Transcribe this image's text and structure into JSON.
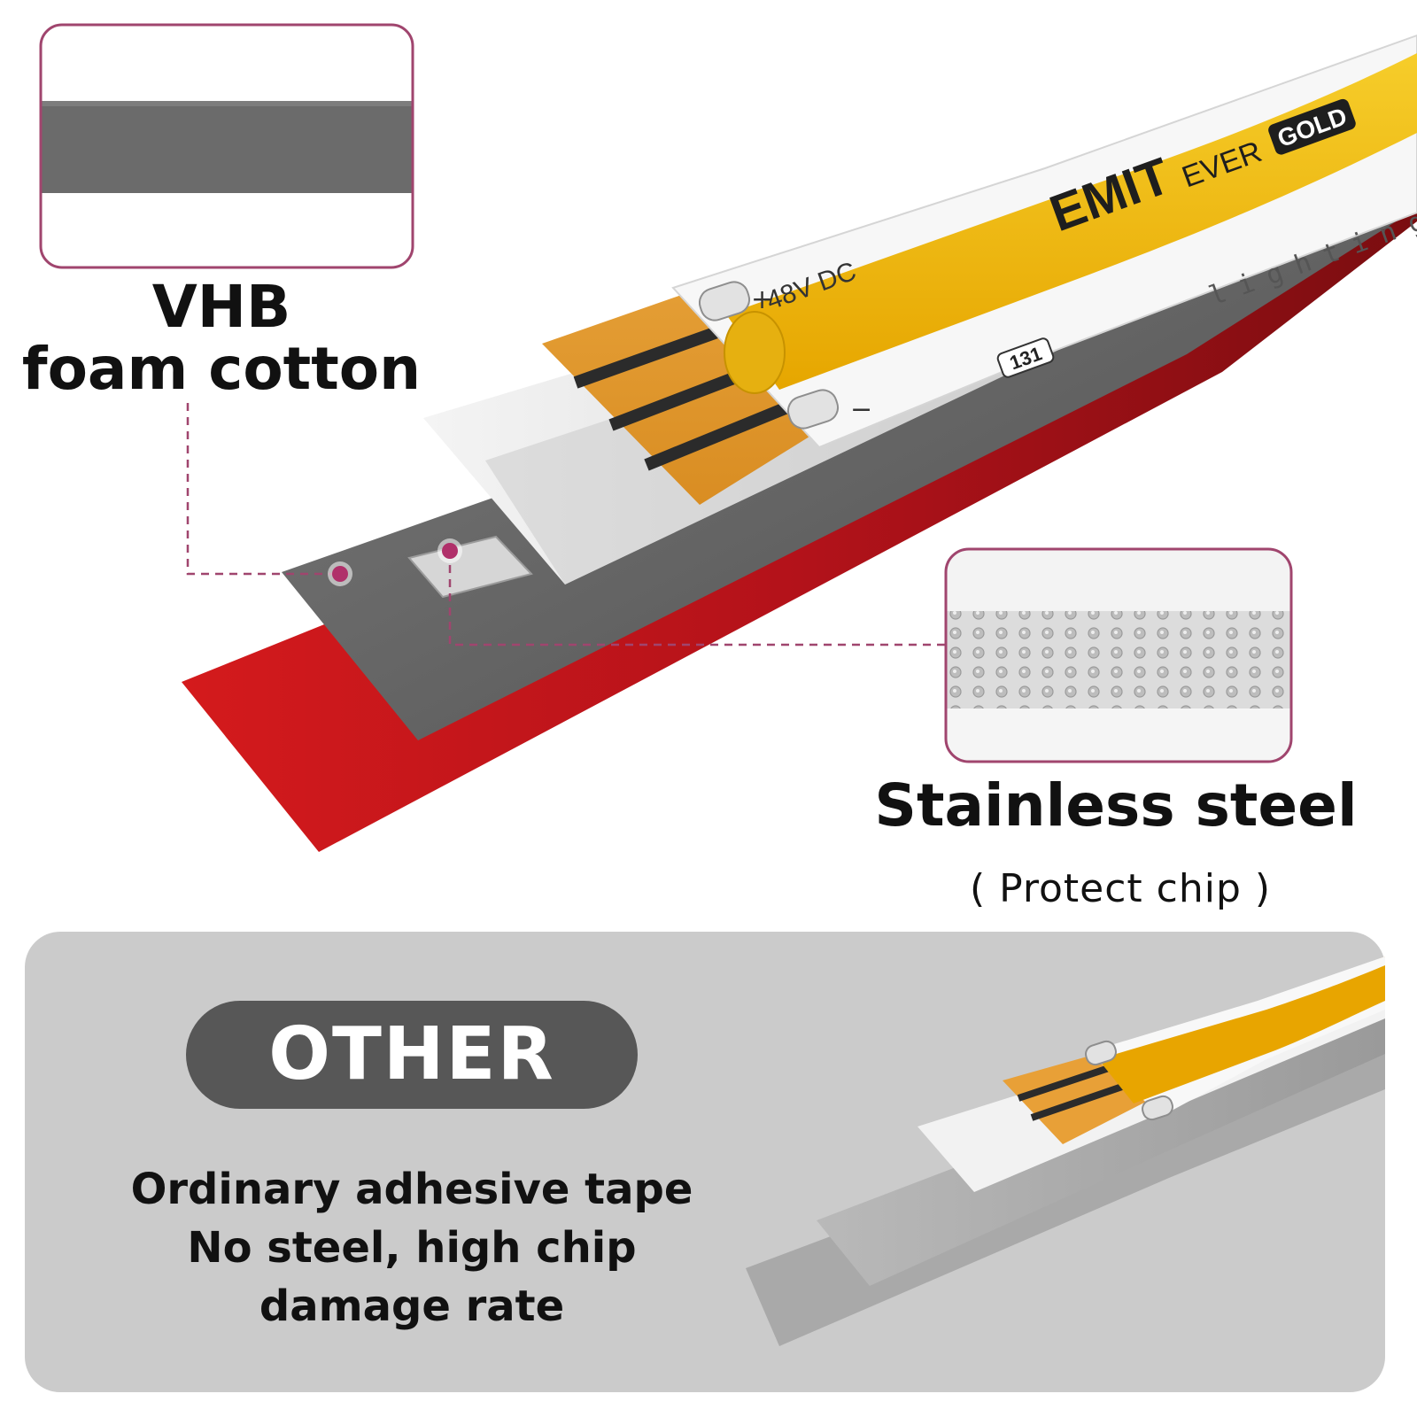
{
  "callouts": {
    "vhb": {
      "title_line1": "VHB",
      "title_line2": "foam cotton"
    },
    "steel": {
      "title": "Stainless steel",
      "subtitle": "( Protect chip )"
    }
  },
  "strip_print": {
    "brand": "EMIT",
    "brand_suffix": "EVER",
    "badge": "GOLD",
    "tagline": "lighting",
    "voltage": "48V DC",
    "chip_code": "131",
    "positive": "+",
    "negative": "−"
  },
  "comparison": {
    "badge": "OTHER",
    "line1": "Ordinary adhesive tape",
    "line2": "No steel, high chip",
    "line3": "damage rate"
  },
  "colors": {
    "accent": "#a0456e",
    "dot": "#b0306a",
    "led_yellow": "#f2b900",
    "copper": "#e8a037",
    "liner_red": "#c1181b",
    "foam_gray": "#6b6b6b",
    "panel_gray": "#cbcbcb",
    "pill_gray": "#575757"
  }
}
